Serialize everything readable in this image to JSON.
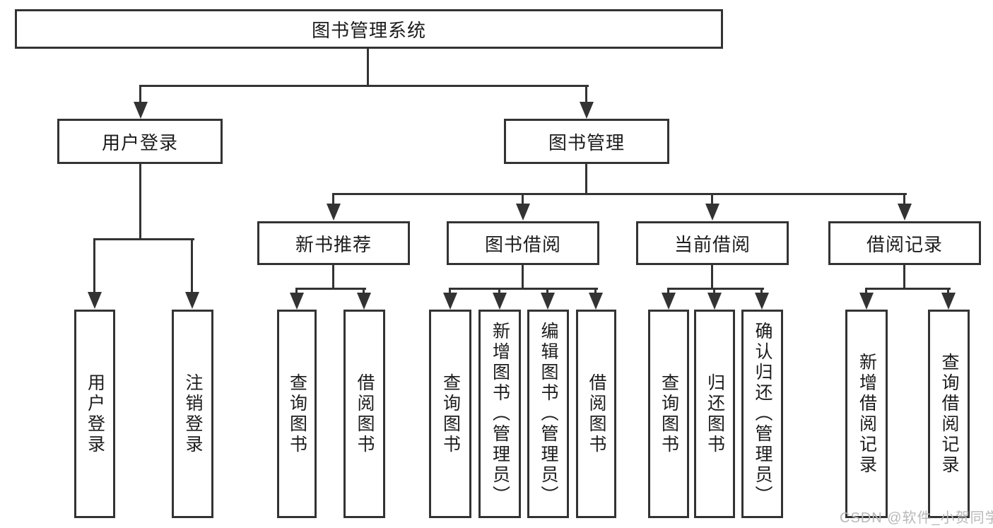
{
  "diagram": {
    "root": "图书管理系统",
    "branches": [
      {
        "label": "用户登录",
        "leaves": [
          "用户登录",
          "注销登录"
        ]
      },
      {
        "label": "图书管理",
        "groups": [
          {
            "label": "新书推荐",
            "leaves": [
              "查询图书",
              "借阅图书"
            ]
          },
          {
            "label": "图书借阅",
            "leaves": [
              "查询图书",
              "新增图书（管理员）",
              "编辑图书（管理员）",
              "借阅图书"
            ]
          },
          {
            "label": "当前借阅",
            "leaves": [
              "查询图书",
              "归还图书",
              "确认归还（管理员）"
            ]
          },
          {
            "label": "借阅记录",
            "leaves": [
              "新增借阅记录",
              "查询借阅记录"
            ]
          }
        ]
      }
    ]
  },
  "watermark": "CSDN @软件_小贺同学",
  "colors": {
    "line": "#333333",
    "text": "#1c1c1c",
    "watermark": "#b8b8b8",
    "background": "#ffffff"
  }
}
